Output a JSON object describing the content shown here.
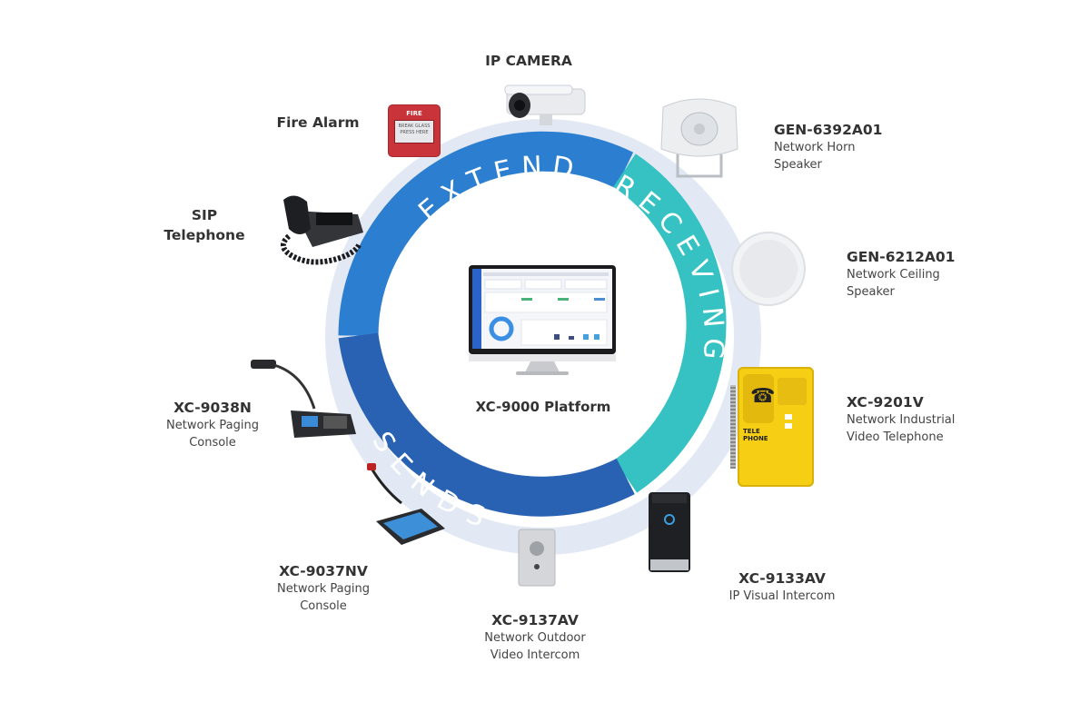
{
  "center": {
    "label": "XC-9000 Platform"
  },
  "ring": {
    "extend": "EXTEND",
    "receiving": "RECEVING",
    "sends": "SENDS"
  },
  "devices": {
    "ip_camera": {
      "title": "IP CAMERA"
    },
    "fire_alarm": {
      "title": "Fire Alarm",
      "panel_text": "FIRE",
      "glass_text": "BREAK GLASS PRESS HERE"
    },
    "sip_telephone": {
      "title_line1": "SIP",
      "title_line2": "Telephone"
    },
    "horn_speaker": {
      "title": "GEN-6392A01",
      "sub1": "Network Horn",
      "sub2": "Speaker"
    },
    "ceiling_speaker": {
      "title": "GEN-6212A01",
      "sub1": "Network Ceiling",
      "sub2": "Speaker"
    },
    "industrial_phone": {
      "title": "XC-9201V",
      "sub1": "Network Industrial",
      "sub2": "Video Telephone",
      "body_text": "TELE PHONE"
    },
    "visual_intercom": {
      "title": "XC-9133AV",
      "sub1": "IP Visual Intercom"
    },
    "outdoor_intercom": {
      "title": "XC-9137AV",
      "sub1": "Network Outdoor",
      "sub2": "Video Intercom"
    },
    "paging_9037": {
      "title": "XC-9037NV",
      "sub1": "Network Paging",
      "sub2": "Console"
    },
    "paging_9038": {
      "title": "XC-9038N",
      "sub1": "Network Paging",
      "sub2": "Console"
    }
  },
  "colors": {
    "extend": "#2c7fd0",
    "receiving": "#35c1c2",
    "sends": "#2a62b3",
    "outer_ring": "#e4eaf5",
    "phone_yellow": "#f6cf14"
  }
}
